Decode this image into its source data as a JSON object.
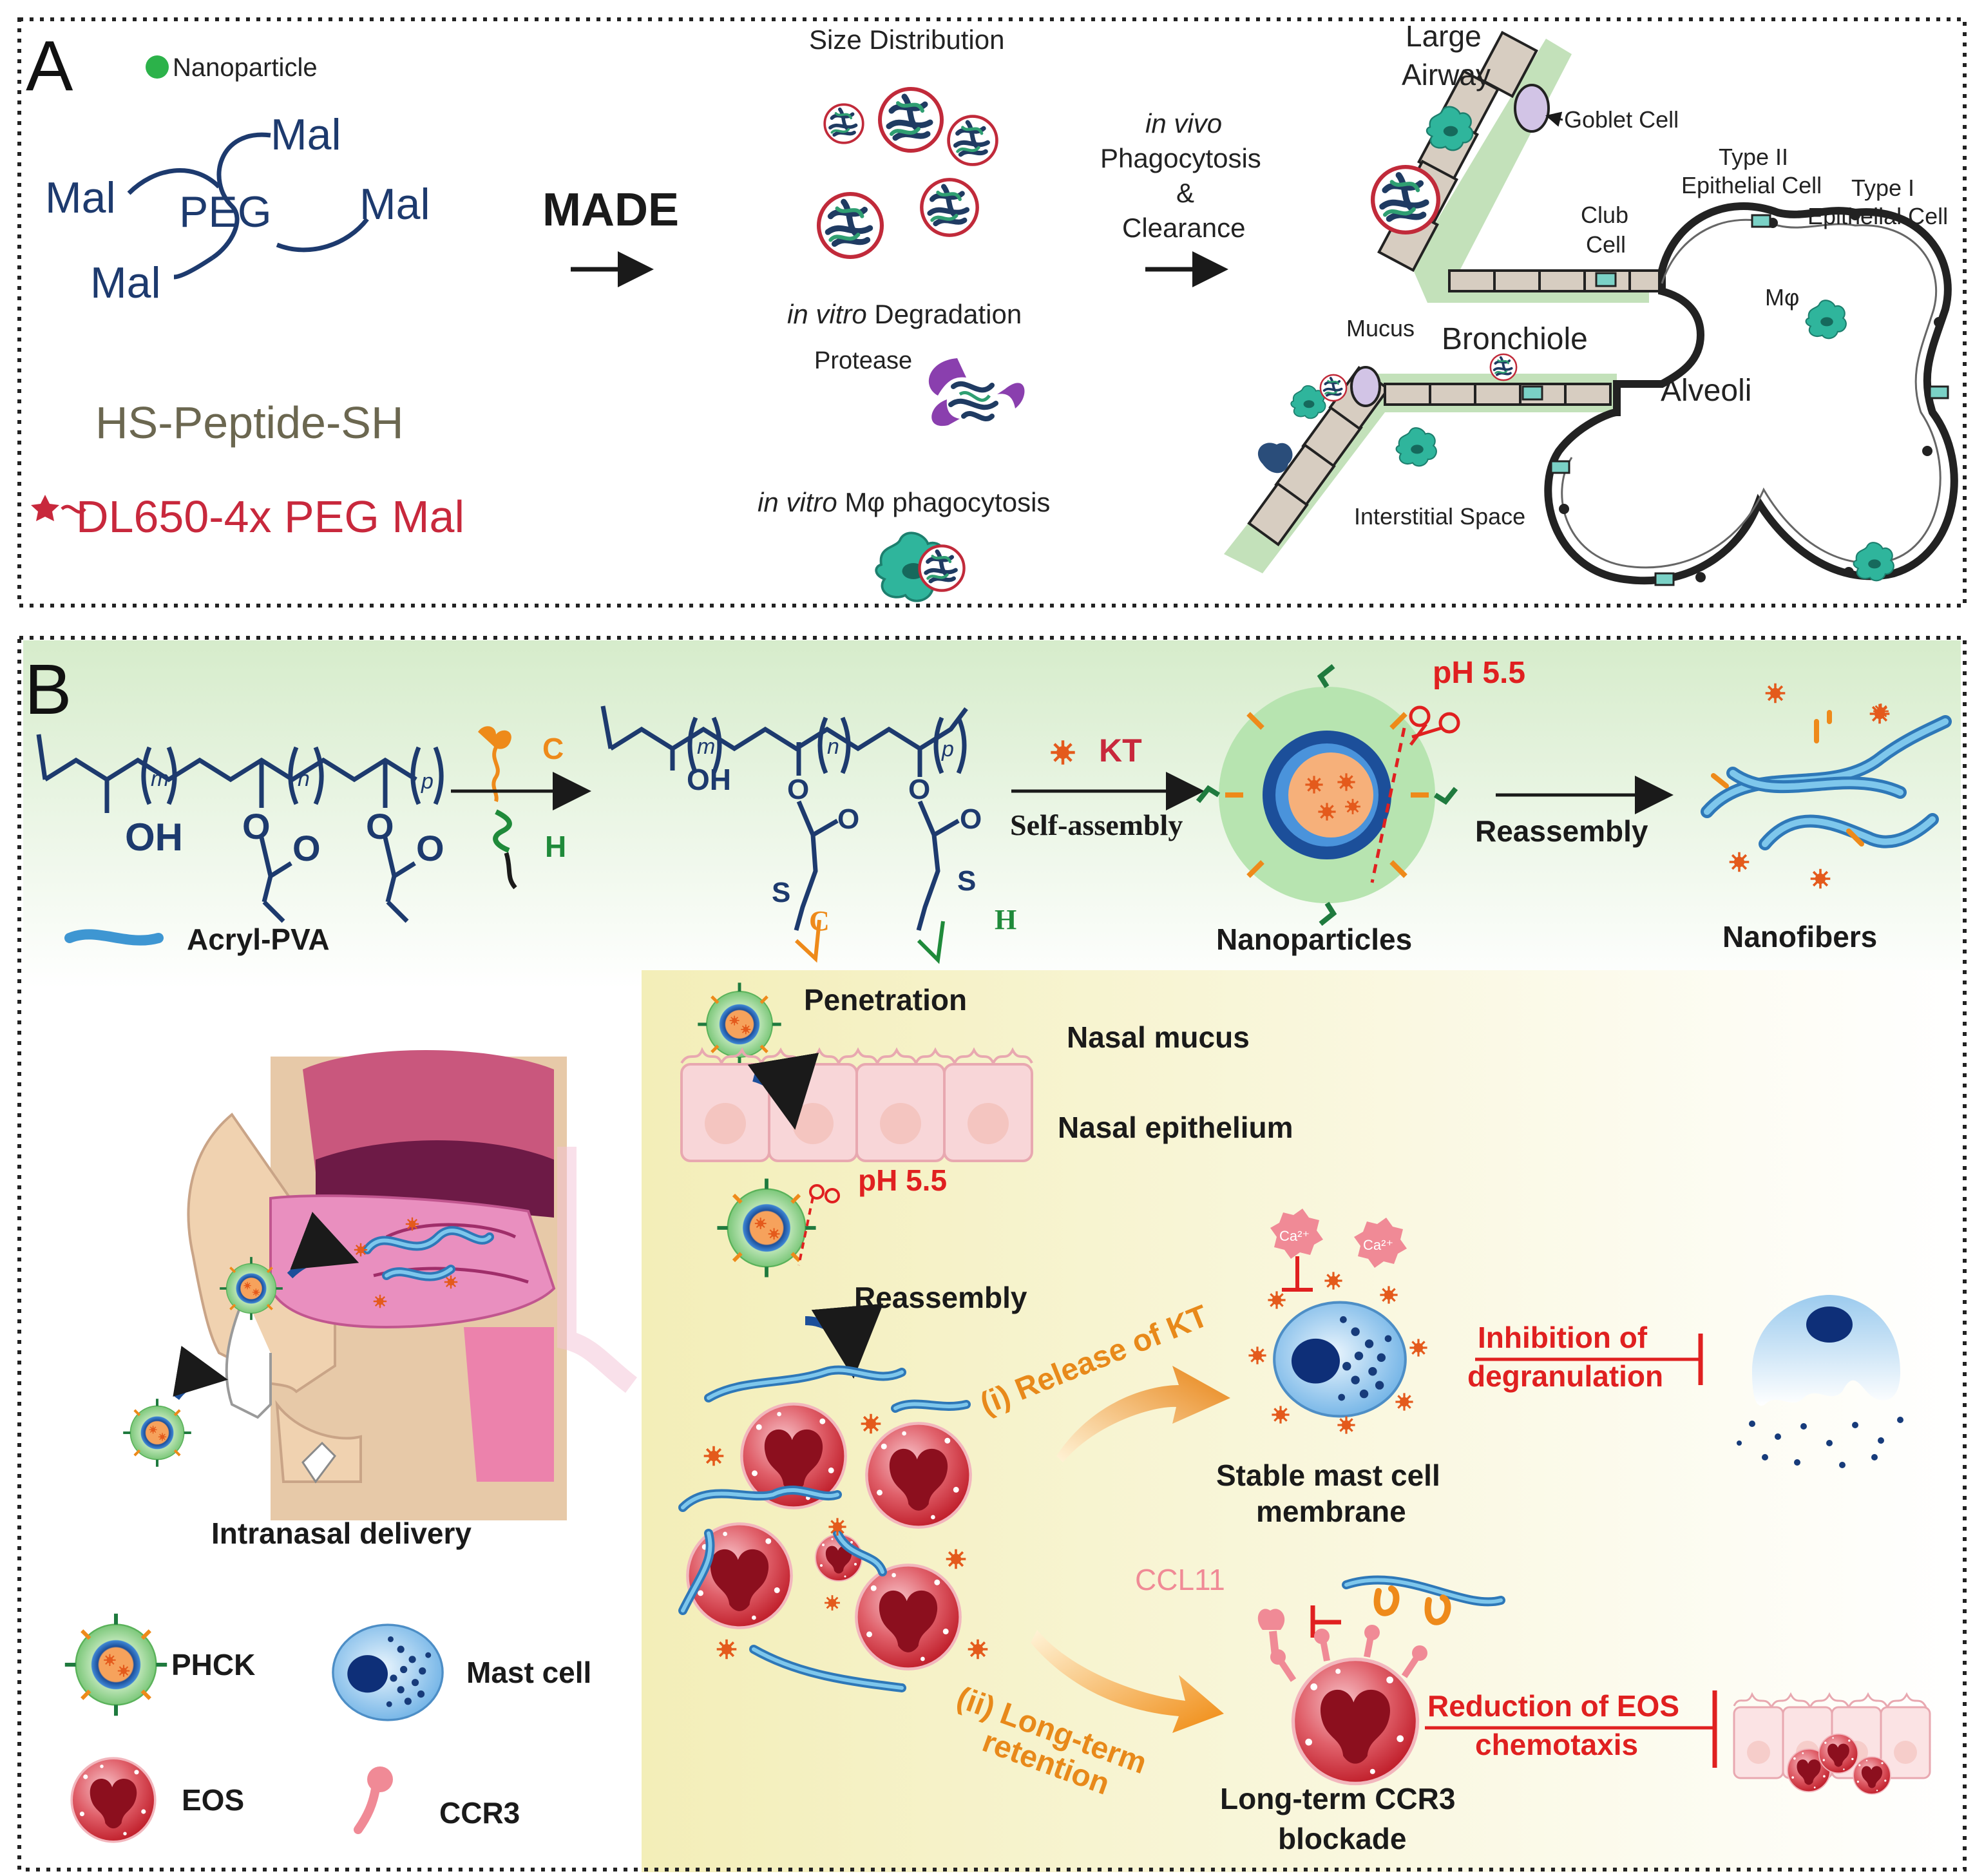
{
  "panel_a": {
    "letter": "A",
    "nanoparticle_legend": "Nanoparticle",
    "peg": {
      "core": "PEG",
      "arm_top": "Mal",
      "arm_left": "Mal",
      "arm_right": "Mal",
      "arm_bottom": "Mal"
    },
    "peptide": "HS-Peptide-SH",
    "dye": "DL650-4x PEG Mal",
    "method": "MADE",
    "size_distribution": "Size Distribution",
    "degradation": {
      "prefix": "in vitro",
      "suffix": " Degradation"
    },
    "protease": "Protease",
    "phagocytosis": {
      "prefix": "in vitro",
      "suffix": " Mφ phagocytosis"
    },
    "in_vivo": {
      "line1": "in vivo",
      "line2": "Phagocytosis",
      "line3": "&",
      "line4": "Clearance"
    },
    "anatomy": {
      "large_airway_1": "Large",
      "large_airway_2": "Airway",
      "goblet": "Goblet Cell",
      "type2_1": "Type II",
      "type2_2": "Epithelial Cell",
      "type1_1": "Type I",
      "type1_2": "Epithelial Cell",
      "club_1": "Club",
      "club_2": "Cell",
      "macrophage": "Mφ",
      "mucus": "Mucus",
      "bronchiole": "Bronchiole",
      "alveoli": "Alveoli",
      "interstitial": "Interstitial Space"
    }
  },
  "panel_b": {
    "letter": "B",
    "polymer": {
      "m": "m",
      "n": "n",
      "p": "p",
      "oh": "OH",
      "o1": "O",
      "o2": "O",
      "o3": "O",
      "o4": "O",
      "label": "Acryl-PVA"
    },
    "reagents": {
      "c": "C",
      "h": "H"
    },
    "product": {
      "m": "m",
      "n": "n",
      "p": "p",
      "oh": "OH",
      "o1": "O",
      "o2": "O",
      "o3": "O",
      "o4": "O",
      "s1": "S",
      "s2": "S",
      "c": "C",
      "h": "H"
    },
    "kt": "KT",
    "self_assembly": "Self-assembly",
    "ph_top": "pH 5.5",
    "nanoparticles": "Nanoparticles",
    "reassembly_top": "Reassembly",
    "nanofibers": "Nanofibers",
    "penetration": "Penetration",
    "nasal_mucus": "Nasal mucus",
    "nasal_epithelium": "Nasal epithelium",
    "ph_mid": "pH 5.5",
    "reassembly_mid": "Reassembly",
    "release_kt": "(i) Release of KT",
    "long_term_1": "(ii) Long-term",
    "long_term_2": "retention",
    "ca_1": "Ca²⁺",
    "ca_2": "Ca²⁺",
    "stable_1": "Stable mast cell",
    "stable_2": "membrane",
    "inhibition_1": "Inhibition  of",
    "inhibition_2": "degranulation",
    "ccl11": "CCL11",
    "reduction_1": "Reduction of EOS",
    "reduction_2": "chemotaxis",
    "blockade_1": "Long-term CCR3",
    "blockade_2": "blockade",
    "intranasal": "Intranasal delivery",
    "legend": {
      "phck": "PHCK",
      "mast": "Mast cell",
      "eos": "EOS",
      "ccr3": "CCR3"
    }
  },
  "colors": {
    "navy": "#1d3a6e",
    "peptide_gray": "#6b6750",
    "dye_red": "#c8283c",
    "alert_red": "#e02020",
    "orange": "#ee8a1a",
    "teal": "#27a89a",
    "green_halo": "#9ed79a",
    "fiber_blue": "#4ea7d8",
    "eos_red": "#d8323e",
    "mast_blue": "#8cc3ea",
    "panel_b_top_fill": "#e2efd8",
    "panel_b_inset_fill": "#f5f1c6",
    "nasal_pink": "#e98fbf"
  }
}
